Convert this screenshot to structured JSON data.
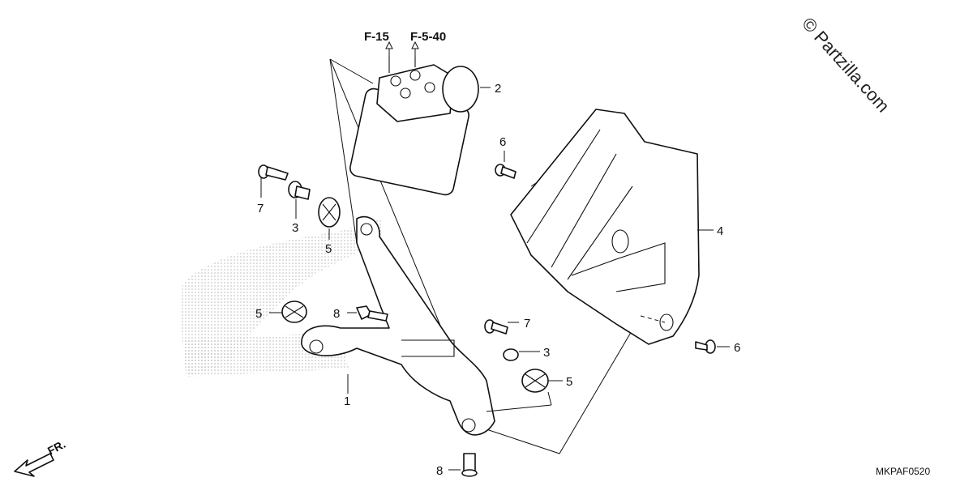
{
  "references": {
    "ref_1": "F-15",
    "ref_2": "F-5-40"
  },
  "watermark": "© Partzilla.com",
  "diagram_code": "MKPAF0520",
  "direction_label": "FR.",
  "callouts": {
    "c1": "1",
    "c2": "2",
    "c3_top": "3",
    "c3_bottom": "3",
    "c4": "4",
    "c5_top": "5",
    "c5_left": "5",
    "c5_right": "5",
    "c6_top": "6",
    "c6_right": "6",
    "c7_top": "7",
    "c7_bottom": "7",
    "c8_mid": "8",
    "c8_bottom": "8"
  },
  "colors": {
    "line": "#111111",
    "background": "#ffffff",
    "stipple": "#bdbdbd"
  }
}
